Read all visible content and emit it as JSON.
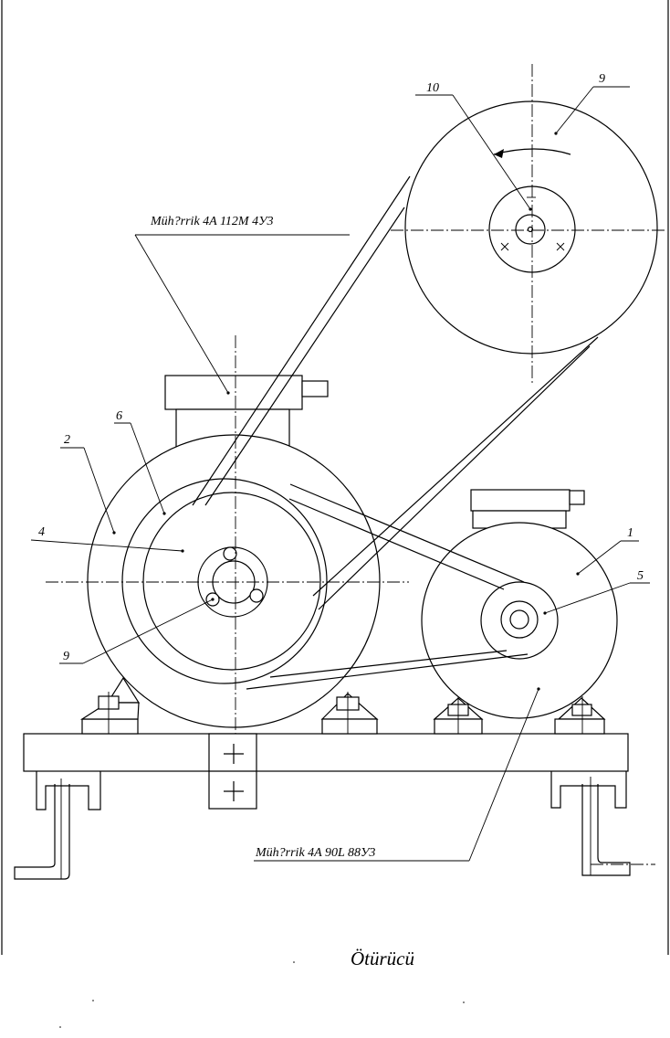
{
  "drawing": {
    "caption": "Ötürücü",
    "motor_labels": {
      "upper": "Müh?rrik   4A 112M  4У3",
      "lower": "Müh?rrik   4A 90L  88У3"
    },
    "part_numbers": {
      "p1": "1",
      "p2": "2",
      "p4": "4",
      "p5": "5",
      "p6": "6",
      "p9_top": "9",
      "p9_bottom": "9",
      "p10": "10"
    }
  }
}
